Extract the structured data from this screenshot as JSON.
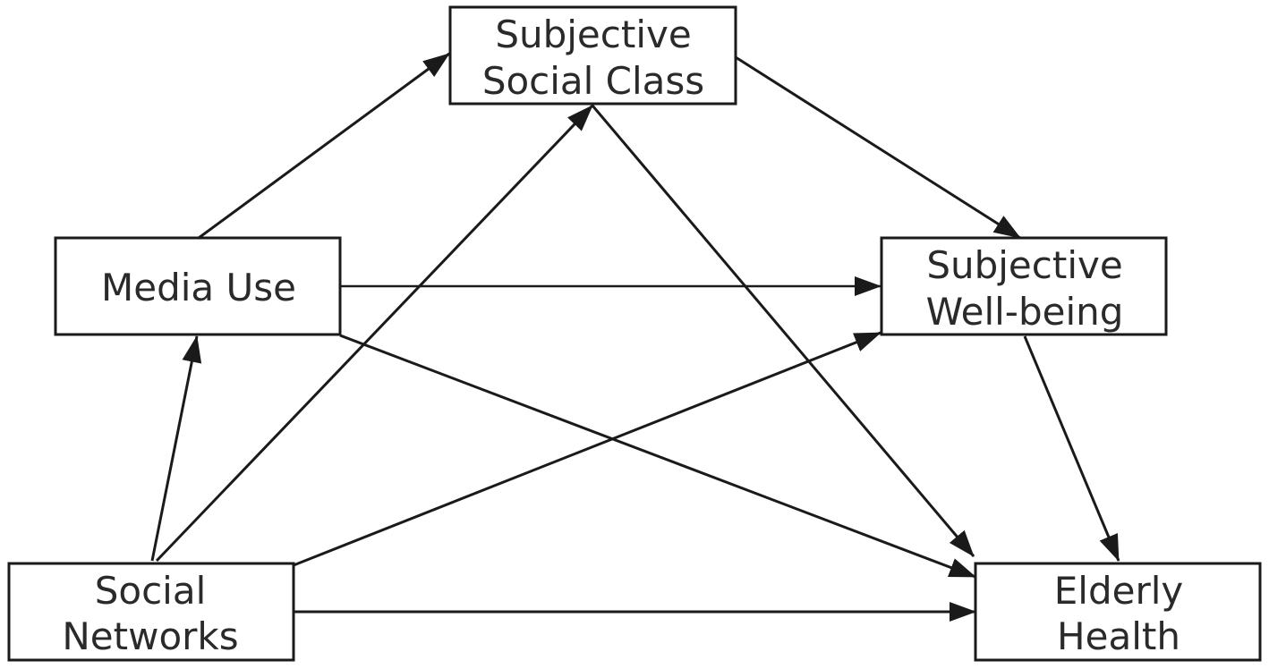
{
  "nodes": {
    "subjective_social_class": {
      "lines": [
        "Subjective",
        "Social Class"
      ]
    },
    "media_use": {
      "lines": [
        "Media Use"
      ]
    },
    "subjective_well_being": {
      "lines": [
        "Subjective",
        "Well-being"
      ]
    },
    "social_networks": {
      "lines": [
        "Social",
        "Networks"
      ]
    },
    "elderly_health": {
      "lines": [
        "Elderly",
        "Health"
      ]
    }
  },
  "edges": [
    {
      "from": "Media Use",
      "to": "Subjective Social Class"
    },
    {
      "from": "Media Use",
      "to": "Subjective Well-being"
    },
    {
      "from": "Media Use",
      "to": "Elderly Health"
    },
    {
      "from": "Social Networks",
      "to": "Media Use"
    },
    {
      "from": "Social Networks",
      "to": "Subjective Social Class"
    },
    {
      "from": "Social Networks",
      "to": "Subjective Well-being"
    },
    {
      "from": "Social Networks",
      "to": "Elderly Health"
    },
    {
      "from": "Subjective Social Class",
      "to": "Subjective Well-being"
    },
    {
      "from": "Subjective Social Class",
      "to": "Elderly Health"
    },
    {
      "from": "Subjective Well-being",
      "to": "Elderly Health"
    }
  ]
}
